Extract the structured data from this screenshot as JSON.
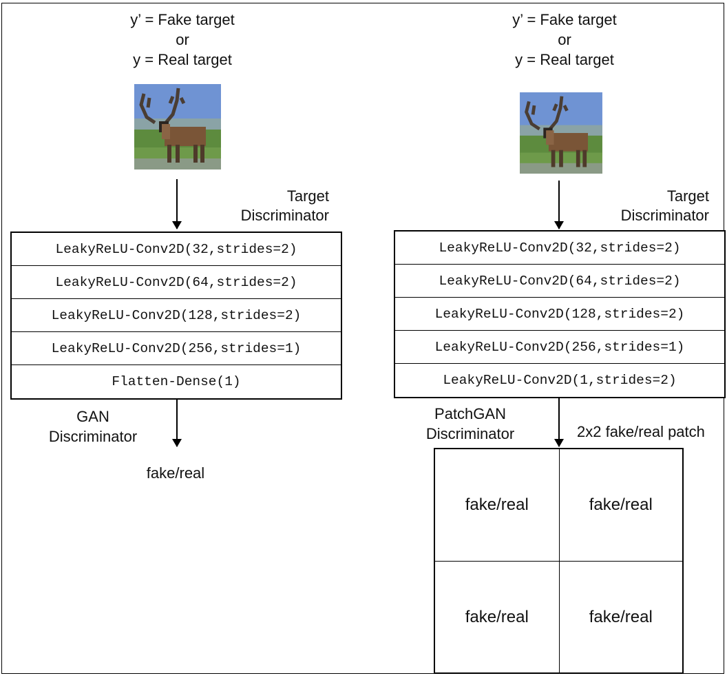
{
  "left": {
    "target_lines": [
      "y’ =  Fake target",
      "or",
      "y = Real target"
    ],
    "discriminator_label": [
      "Target",
      "Discriminator"
    ],
    "layers": [
      "LeakyReLU-Conv2D(32,strides=2)",
      "LeakyReLU-Conv2D(64,strides=2)",
      "LeakyReLU-Conv2D(128,strides=2)",
      "LeakyReLU-Conv2D(256,strides=1)",
      "Flatten-Dense(1)"
    ],
    "model_label": [
      "GAN",
      "Discriminator"
    ],
    "output": "fake/real"
  },
  "right": {
    "target_lines": [
      "y’ =  Fake target",
      "or",
      "y = Real target"
    ],
    "discriminator_label": [
      "Target",
      "Discriminator"
    ],
    "layers": [
      "LeakyReLU-Conv2D(32,strides=2)",
      "LeakyReLU-Conv2D(64,strides=2)",
      "LeakyReLU-Conv2D(128,strides=2)",
      "LeakyReLU-Conv2D(256,strides=1)",
      "LeakyReLU-Conv2D(1,strides=2)"
    ],
    "model_label": [
      "PatchGAN",
      "Discriminator"
    ],
    "patch_label": "2x2 fake/real patch",
    "patch_cells": [
      "fake/real",
      "fake/real",
      "fake/real",
      "fake/real"
    ]
  },
  "image_icon": "deer-thumbnail-icon",
  "colors": {
    "stroke": "#000000",
    "background": "#ffffff"
  }
}
